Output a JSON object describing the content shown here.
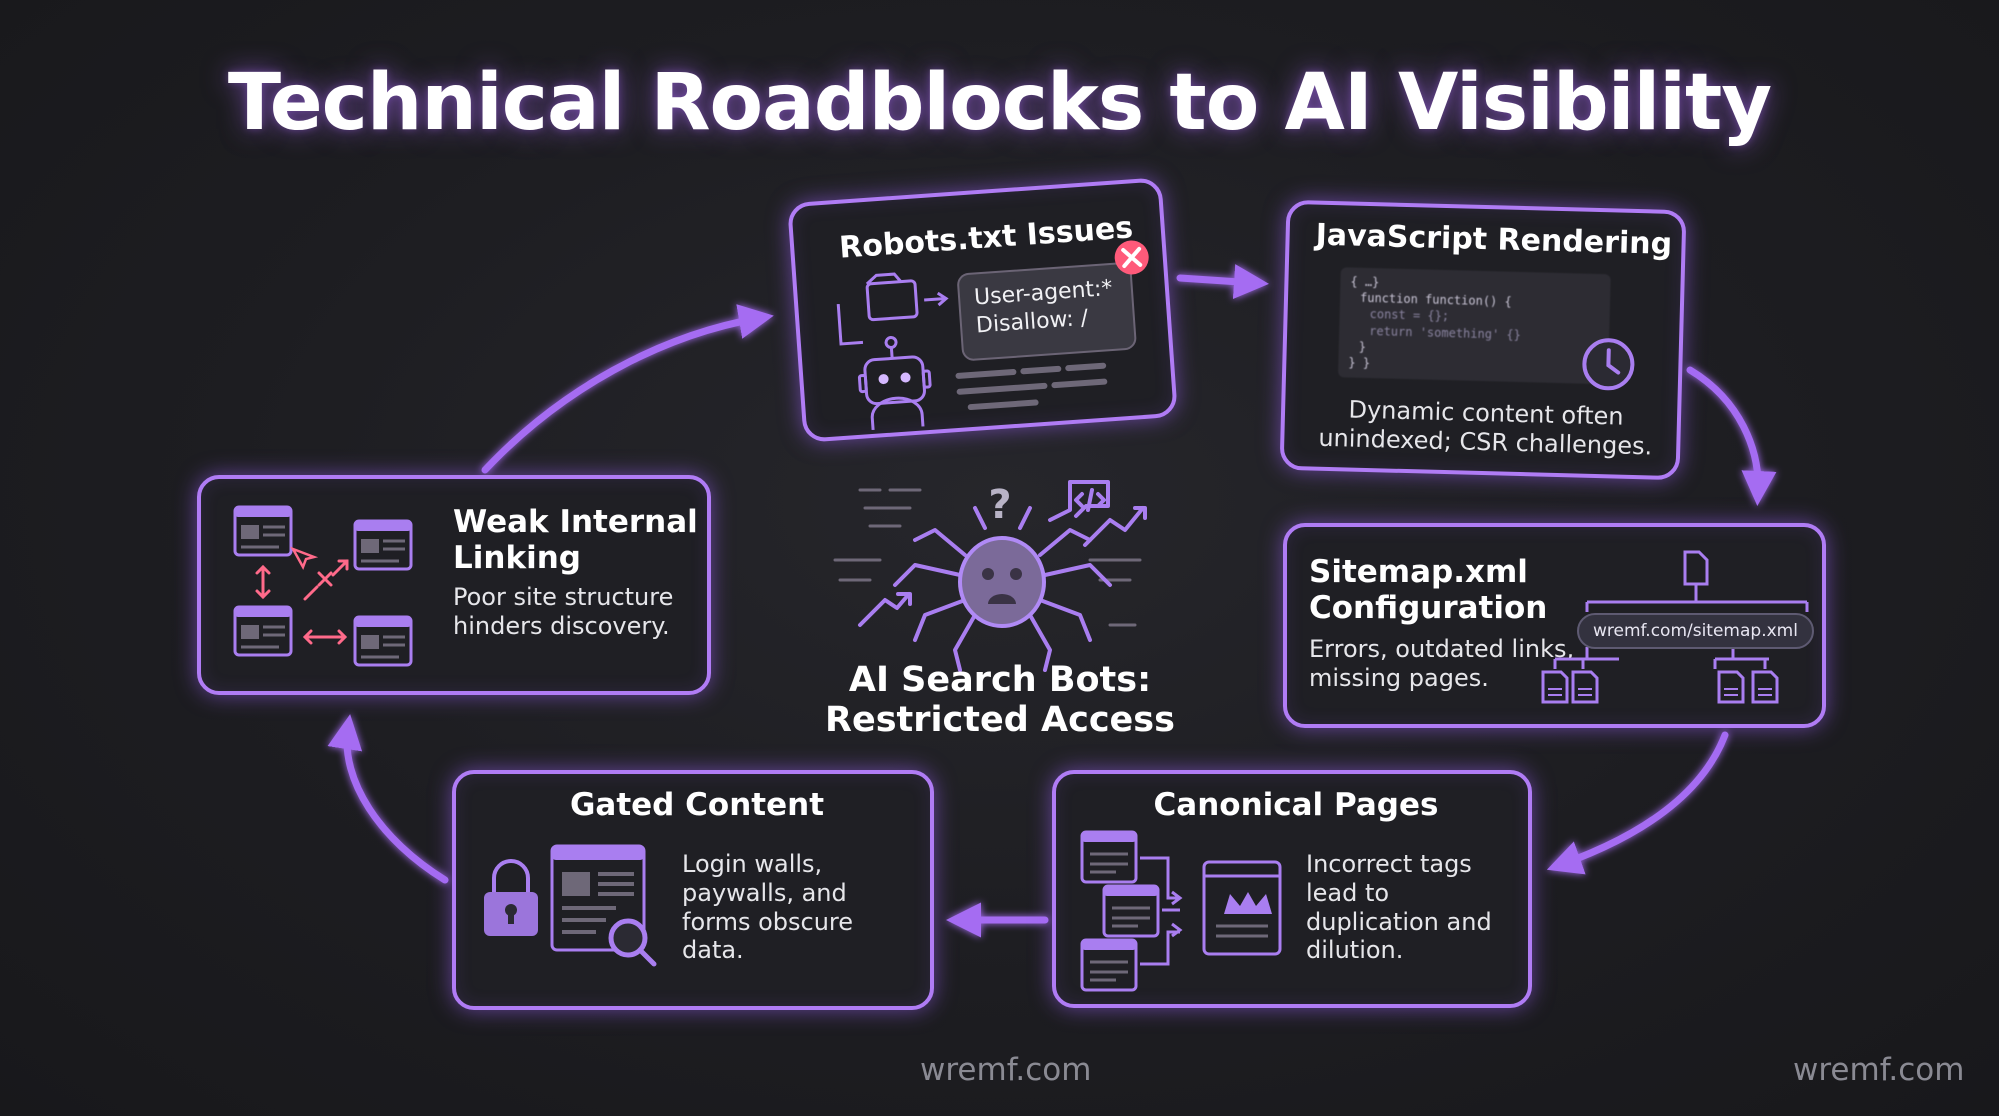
{
  "title": "Technical Roadblocks to AI Visibility",
  "center": {
    "label_line1": "AI Search Bots:",
    "label_line2": "Restricted Access",
    "icon": "spider-bot-icon"
  },
  "cards": {
    "robots": {
      "title": "Robots.txt Issues",
      "code_line1": "User-agent:*",
      "code_line2": "Disallow: /",
      "icon": "robot-icon"
    },
    "javascript": {
      "title": "JavaScript Rendering",
      "code_line1": "{ …}",
      "code_line2": "function function() {",
      "code_line3": "const = {};",
      "code_line4": "return 'something' {}",
      "code_line5": "}",
      "code_line6": "} }",
      "desc_line1": "Dynamic content often",
      "desc_line2": "unindexed; CSR challenges.",
      "icon": "clock-icon"
    },
    "sitemap": {
      "title_line1": "Sitemap.xml",
      "title_line2": "Configuration",
      "desc_line1": "Errors, outdated links,",
      "desc_line2": "missing pages.",
      "url": "wremf.com/sitemap.xml",
      "icon": "sitemap-tree-icon"
    },
    "canonical": {
      "title": "Canonical Pages",
      "desc_line1": "Incorrect tags",
      "desc_line2": "lead to",
      "desc_line3": "duplication and",
      "desc_line4": "dilution.",
      "icon": "crown-page-icon"
    },
    "gated": {
      "title": "Gated Content",
      "desc_line1": "Login walls,",
      "desc_line2": "paywalls, and",
      "desc_line3": "forms obscure",
      "desc_line4": "data.",
      "icon": "lock-icon"
    },
    "linking": {
      "title_line1": "Weak Internal",
      "title_line2": "Linking",
      "desc_line1": "Poor site structure",
      "desc_line2": "hinders discovery.",
      "icon": "broken-links-icon"
    }
  },
  "watermarks": {
    "center": "wremf.com",
    "right": "wremf.com"
  },
  "colors": {
    "accent": "#b07cf5",
    "arrow": "#a56cf2",
    "background": "#1d1d21",
    "error": "#ff5a7a"
  }
}
